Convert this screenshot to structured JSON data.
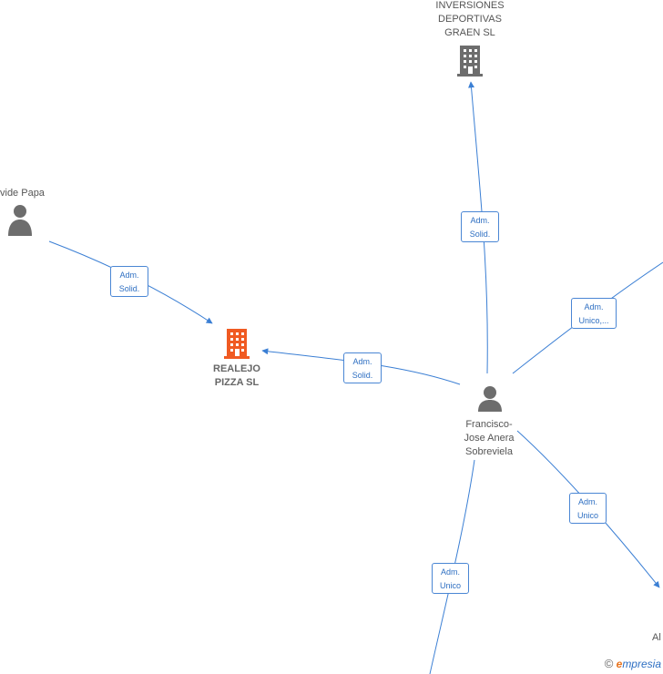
{
  "nodes": {
    "inversiones": {
      "label": "INVERSIONES\nDEPORTIVAS\nGRAEN  SL",
      "type": "company"
    },
    "davide": {
      "label": "vide Papa",
      "type": "person"
    },
    "realejo": {
      "label": "REALEJO\nPIZZA  SL",
      "type": "company-highlight"
    },
    "francisco": {
      "label": "Francisco-\nJose Anera\nSobreviela",
      "type": "person"
    },
    "partial_br": {
      "label": "Al",
      "type": "company"
    }
  },
  "edges": {
    "e1": {
      "label": "Adm.\nSolid."
    },
    "e2": {
      "label": "Adm.\nSolid."
    },
    "e3": {
      "label": "Adm.\nSolid."
    },
    "e4": {
      "label": "Adm.\nUnico,..."
    },
    "e5": {
      "label": "Adm.\nUnico"
    },
    "e6": {
      "label": "Adm.\nUnico"
    }
  },
  "colors": {
    "edge": "#3b7fd4",
    "company": "#6d6d6d",
    "company_highlight": "#f05a22",
    "person": "#6d6d6d"
  },
  "watermark": {
    "copyright": "©",
    "brand_initial": "e",
    "brand_rest": "mpresia"
  }
}
